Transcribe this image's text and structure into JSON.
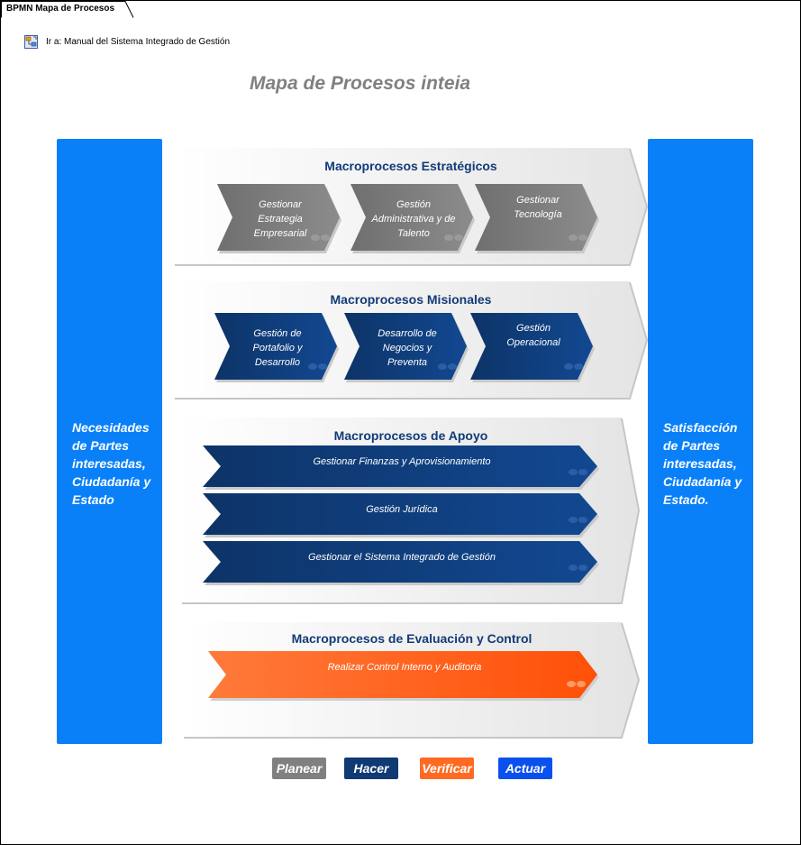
{
  "window": {
    "tab_label": "BPMN Mapa de Procesos"
  },
  "link": {
    "text": "Ir a: Manual del Sistema Integrado de Gestión",
    "icon": "diagram-link-icon"
  },
  "title": "Mapa de Procesos  inteia",
  "left_panel": {
    "text": "Necesidades de Partes interesadas, Ciudadanía y Estado"
  },
  "right_panel": {
    "text": "Satisfacción de Partes interesadas, Ciudadanía y Estado."
  },
  "sections": {
    "estrategicos": {
      "title": "Macroprocesos Estratégicos",
      "items": [
        "Gestionar\nEstrategia\nEmpresarial",
        "Gestión\nAdministrativa y de\nTalento",
        "Gestionar\nTecnología"
      ]
    },
    "misionales": {
      "title": "Macroprocesos Misionales",
      "items": [
        "Gestión de\nPortafolio y\nDesarrollo",
        "Desarrollo de\nNegocios y\nPreventa",
        "Gestión\nOperacional"
      ]
    },
    "apoyo": {
      "title": "Macroprocesos de Apoyo",
      "items": [
        "Gestionar Finanzas y Aprovisionamiento",
        "Gestión Jurídica",
        "Gestionar el Sistema Integrado de Gestión"
      ]
    },
    "evaluacion": {
      "title": "Macroprocesos de Evaluación y Control",
      "items": [
        "Realizar Control Interno y Auditoria"
      ]
    }
  },
  "legend": [
    {
      "label": "Planear",
      "color": "#808080"
    },
    {
      "label": "Hacer",
      "color": "#0f3a73"
    },
    {
      "label": "Verificar",
      "color": "#ff6a22"
    },
    {
      "label": "Actuar",
      "color": "#0a50ee"
    }
  ],
  "colors": {
    "side_blue": "#0a80f8",
    "gray_process": "#7a7a7a",
    "navy_process": "#0f3a73",
    "orange_process": "#ff5a10",
    "section_title": "#123b77"
  }
}
